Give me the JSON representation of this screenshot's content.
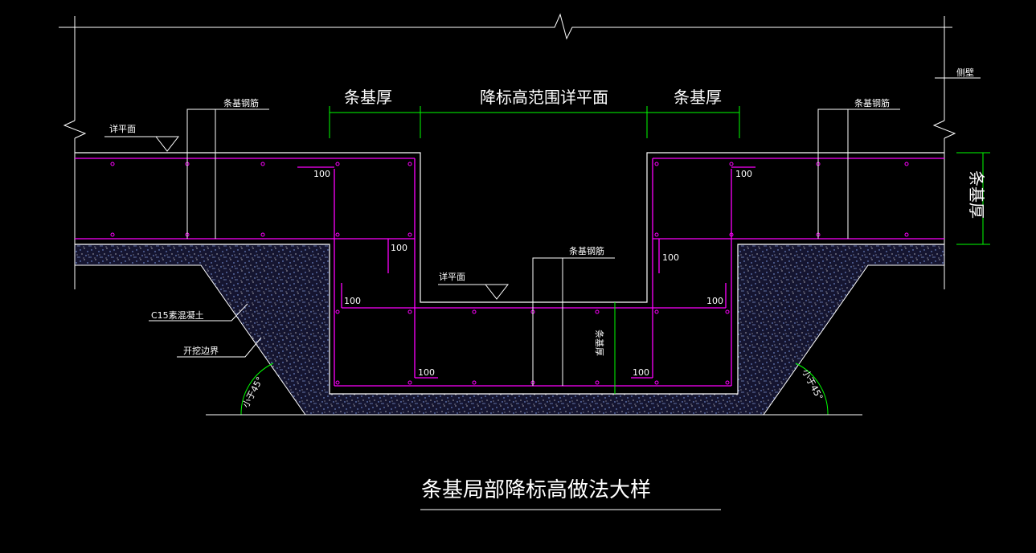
{
  "drawing": {
    "title": "条基局部降标高做法大样",
    "labels": {
      "side_wall": "侧壁",
      "rebar_left": "条基钢筋",
      "rebar_right": "条基钢筋",
      "rebar_center": "条基钢筋",
      "detail_plane_left": "详平面",
      "detail_plane_center": "详平面",
      "concrete": "C15素混凝土",
      "excavation": "开挖边界",
      "angle_left": "小于45°",
      "angle_right": "小于45°"
    },
    "dimensions": {
      "left_thickness": "条基厚",
      "center_range": "降标高范围详平面",
      "right_thickness": "条基厚",
      "right_vertical": "条基厚",
      "center_vertical": "条基厚"
    },
    "anchor_lengths": [
      "100",
      "100",
      "100",
      "100",
      "100",
      "100",
      "100",
      "100"
    ]
  },
  "colors": {
    "background": "#000000",
    "outline": "#ffffff",
    "rebar": "#ff00ff",
    "dimension": "#00ff00",
    "concrete_fill": "#1a1a3a",
    "concrete_speckle": "#7fa0ff"
  }
}
